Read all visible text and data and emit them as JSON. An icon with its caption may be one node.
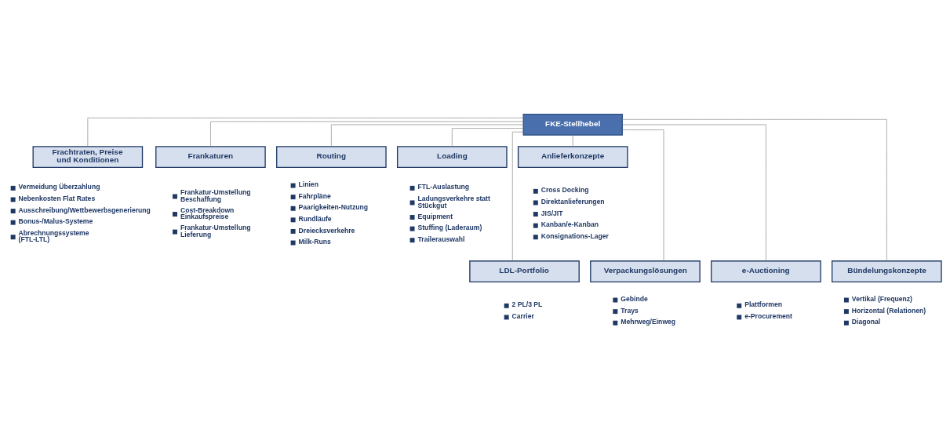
{
  "diagram": {
    "nodes": [
      {
        "text": [
          "FKE-Stellhebel"
        ]
      },
      {
        "text": [
          "Frachtraten, Preise und Konditionen"
        ],
        "beside": [
          "Vermeidung Überzahlung",
          "Nebenkosten Flat Rates",
          "Ausschreibung/Wettbewerbsgenerierung",
          "Bonus-/Malus-Systeme",
          "Abrechnungssysteme (FTL-LTL)"
        ]
      },
      {
        "text": [
          "Frankaturen"
        ],
        "beside": [
          "Frankatur-Umstellung Beschaffung",
          "Cost-Breakdown Einkaufspreise",
          "Frankatur-Umstellung Lieferung"
        ]
      },
      {
        "text": [
          "Routing"
        ],
        "beside": [
          "Linien",
          "Fahrpläne",
          "Paarigkeiten-Nutzung",
          "Rundläufe",
          "Dreiecksverkehre",
          "Milk-Runs"
        ]
      },
      {
        "text": [
          "Loading"
        ],
        "beside": [
          "FTL-Auslastung",
          "Ladungsverkehre statt Stückgut",
          "Equipment",
          "Stuffing (Laderaum)",
          "Trailerauswahl"
        ]
      },
      {
        "text": [
          "Anlieferkonzepte"
        ],
        "beside": [
          "Cross Docking",
          "Direktanlieferungen",
          "JIS/JIT",
          "Kanban/e-Kanban",
          "Konsignations-Lager"
        ]
      },
      {
        "text": [
          "LDL-Portfolio"
        ],
        "beside": [
          "2 PL/3 PL",
          "Carrier"
        ]
      },
      {
        "text": [
          "Verpackungslösungen"
        ],
        "beside": [
          "Gebinde",
          "Trays",
          "Mehrweg/Einweg"
        ]
      },
      {
        "text": [
          "e-Auctioning"
        ],
        "beside": [
          "Plattformen",
          "e-Procurement"
        ]
      },
      {
        "text": [
          "Bündelungskonzepte"
        ],
        "beside": [
          "Vertikal (Frequenz)",
          "Horizontal (Relationen)",
          "Diagonal"
        ]
      }
    ],
    "edges": [
      {
        "from": 0,
        "to": 1,
        "arrow": "none"
      },
      {
        "from": 0,
        "to": 2,
        "arrow": "none"
      },
      {
        "from": 0,
        "to": 3,
        "arrow": "none"
      },
      {
        "from": 0,
        "to": 4,
        "arrow": "none"
      },
      {
        "from": 0,
        "to": 5,
        "arrow": "none"
      },
      {
        "from": 0,
        "to": 6,
        "arrow": "none"
      },
      {
        "from": 0,
        "to": 7,
        "arrow": "none"
      },
      {
        "from": 0,
        "to": 8,
        "arrow": "none"
      },
      {
        "from": 0,
        "to": 9,
        "arrow": "none"
      }
    ]
  }
}
